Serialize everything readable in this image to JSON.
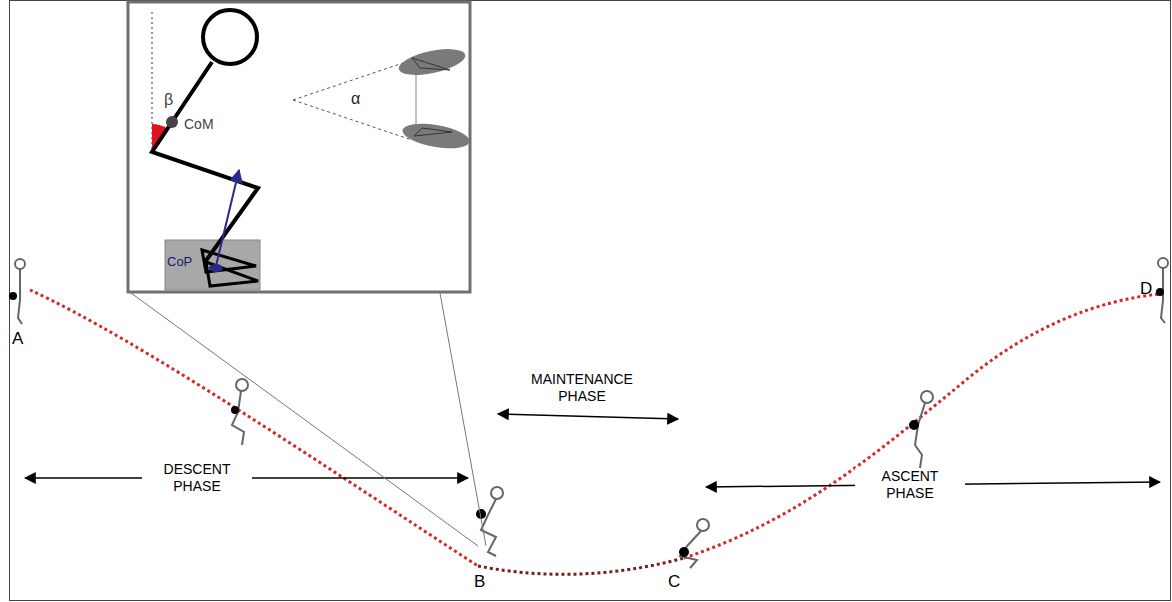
{
  "diagram": {
    "labels": [
      "β",
      "CoM",
      "CoP",
      "α",
      "A",
      "B",
      "C",
      "D",
      "DESCENT PHASE",
      "MAINTENANCE PHASE",
      "ASCENT PHASE"
    ]
  }
}
